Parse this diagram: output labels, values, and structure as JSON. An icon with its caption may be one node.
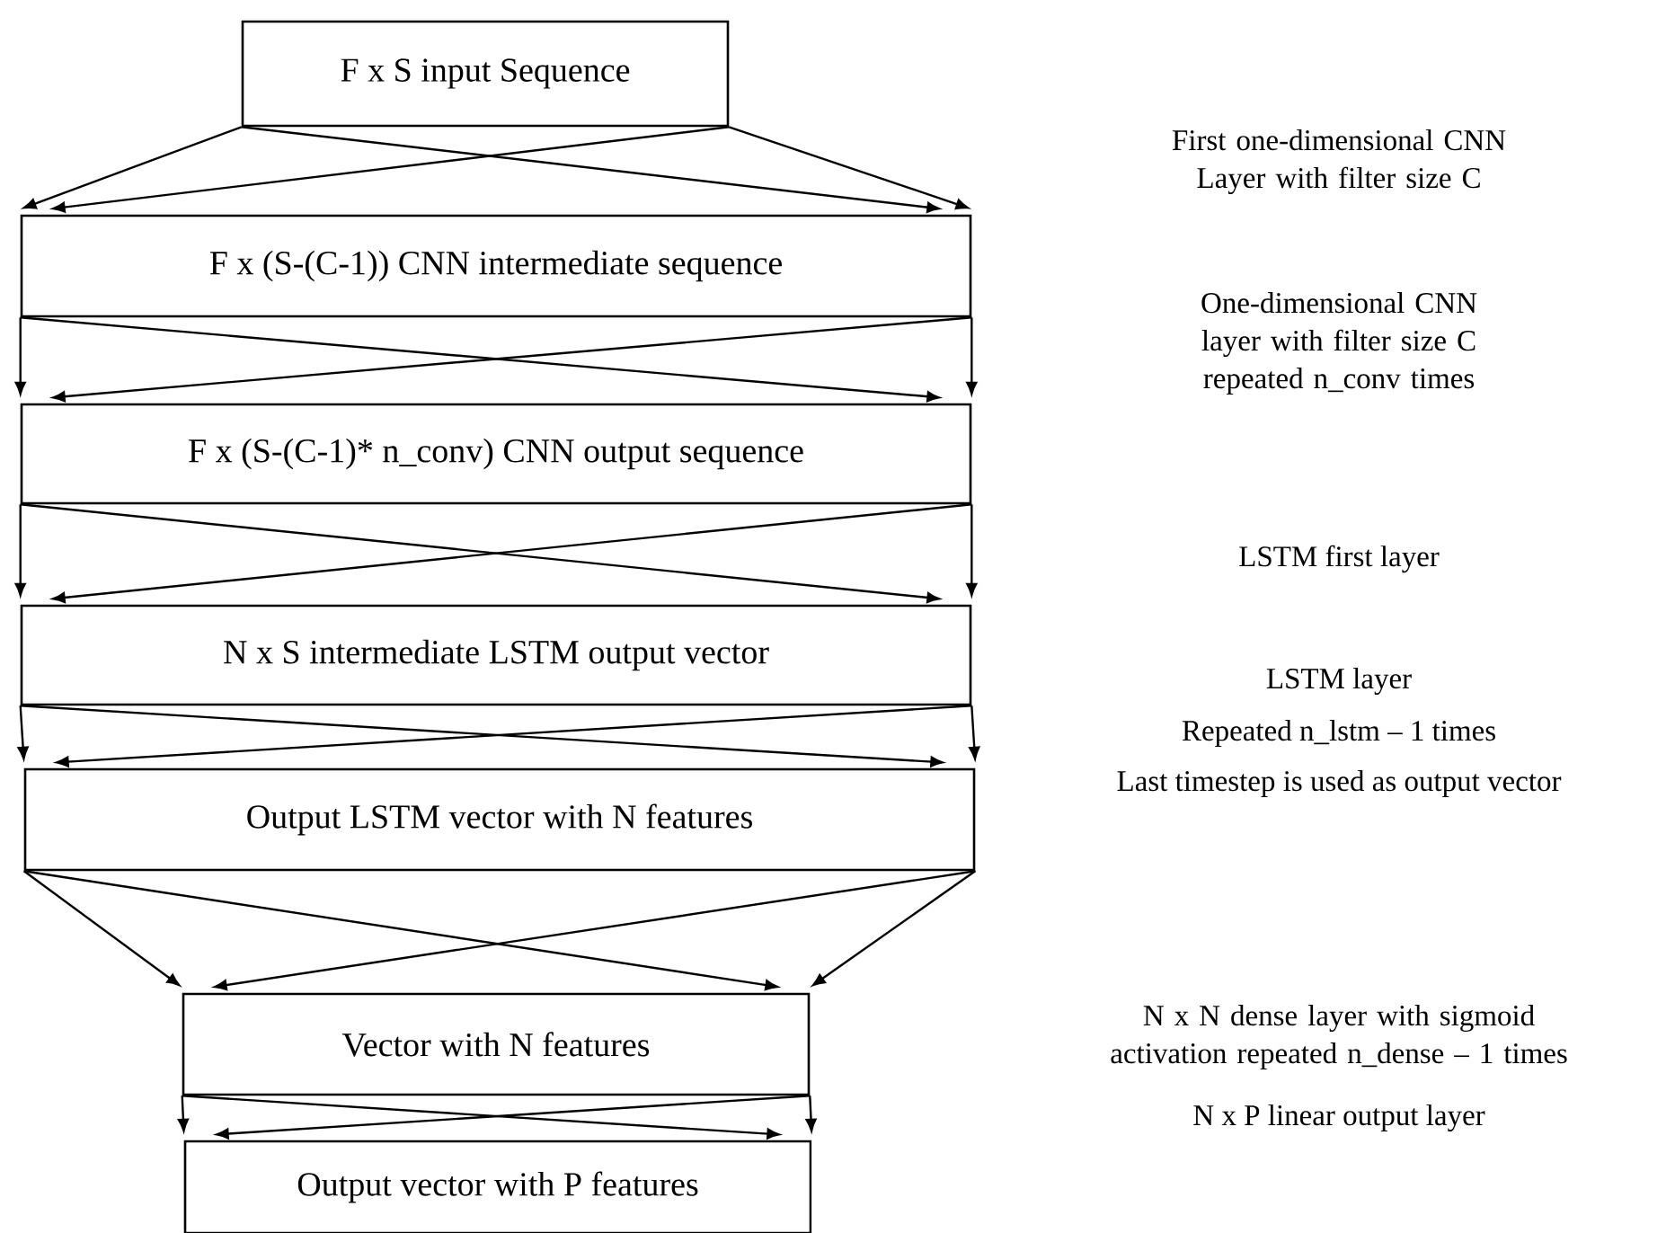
{
  "diagram": {
    "nodes": [
      {
        "text": [
          "F x S input Sequence"
        ]
      },
      {
        "text": [
          "F x (S-(C-1)) CNN intermediate sequence"
        ]
      },
      {
        "text": [
          "F x (S-(C-1)* n_conv) CNN output sequence"
        ]
      },
      {
        "text": [
          "N x S intermediate LSTM output vector"
        ]
      },
      {
        "text": [
          "Output LSTM vector with N features"
        ]
      },
      {
        "text": [
          "Vector with N features"
        ]
      },
      {
        "text": [
          "Output vector with P features"
        ]
      }
    ],
    "edges": [
      {
        "from": 0,
        "to": 1,
        "arrow": "to"
      },
      {
        "from": 0,
        "to": 1,
        "arrow": "to"
      },
      {
        "from": 0,
        "to": 1,
        "arrow": "to"
      },
      {
        "from": 0,
        "to": 1,
        "arrow": "to"
      },
      {
        "from": 1,
        "to": 2,
        "arrow": "to"
      },
      {
        "from": 1,
        "to": 2,
        "arrow": "to"
      },
      {
        "from": 1,
        "to": 2,
        "arrow": "to"
      },
      {
        "from": 1,
        "to": 2,
        "arrow": "to"
      },
      {
        "from": 2,
        "to": 3,
        "arrow": "to"
      },
      {
        "from": 2,
        "to": 3,
        "arrow": "to"
      },
      {
        "from": 2,
        "to": 3,
        "arrow": "to"
      },
      {
        "from": 2,
        "to": 3,
        "arrow": "to"
      },
      {
        "from": 3,
        "to": 4,
        "arrow": "to"
      },
      {
        "from": 3,
        "to": 4,
        "arrow": "to"
      },
      {
        "from": 3,
        "to": 4,
        "arrow": "to"
      },
      {
        "from": 3,
        "to": 4,
        "arrow": "to"
      },
      {
        "from": 4,
        "to": 5,
        "arrow": "to"
      },
      {
        "from": 4,
        "to": 5,
        "arrow": "to"
      },
      {
        "from": 4,
        "to": 5,
        "arrow": "to"
      },
      {
        "from": 4,
        "to": 5,
        "arrow": "to"
      },
      {
        "from": 5,
        "to": 6,
        "arrow": "to"
      },
      {
        "from": 5,
        "to": 6,
        "arrow": "to"
      },
      {
        "from": 5,
        "to": 6,
        "arrow": "to"
      },
      {
        "from": 5,
        "to": 6,
        "arrow": "to"
      }
    ],
    "labels": [
      "First one-dimensional CNN Layer with filter size C",
      "One-dimensional CNN layer with filter size C repeated n_conv times",
      "LSTM first layer",
      "LSTM layer",
      "Repeated n_lstm – 1 times",
      "Last timestep is used as output vector",
      "N x N dense layer with sigmoid activation repeated n_dense – 1 times",
      "N x P linear output layer"
    ]
  }
}
